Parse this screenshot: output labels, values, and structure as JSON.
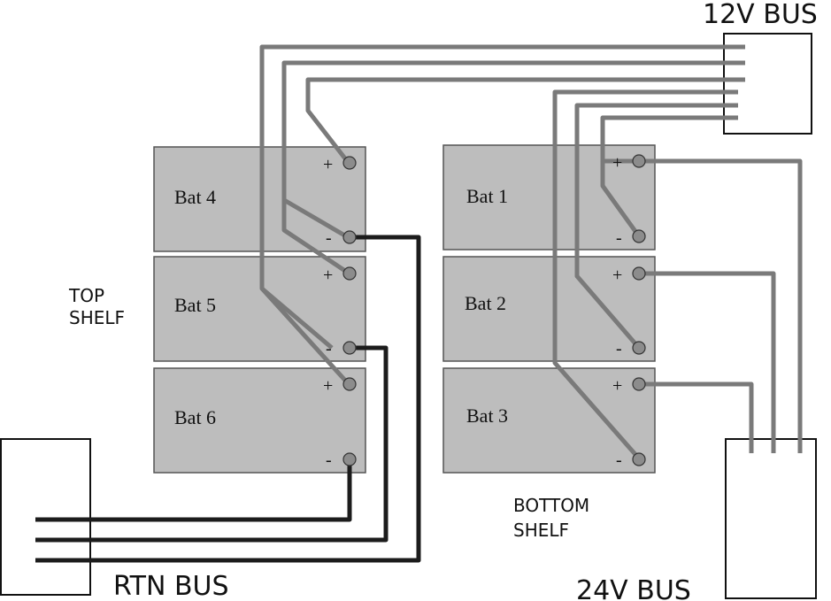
{
  "buses": {
    "bus_12v": "12V BUS",
    "bus_24v": "24V BUS",
    "bus_rtn": "RTN BUS"
  },
  "shelves": {
    "top": [
      "TOP",
      "SHELF"
    ],
    "bottom": [
      "BOTTOM",
      "SHELF"
    ]
  },
  "batteries": {
    "bat1": "Bat 1",
    "bat2": "Bat 2",
    "bat3": "Bat 3",
    "bat4": "Bat 4",
    "bat5": "Bat 5",
    "bat6": "Bat 6"
  },
  "terminal_signs": {
    "positive": "+",
    "negative": "-"
  },
  "colors": {
    "battery_fill": "#bdbdbd",
    "battery_stroke": "#555555",
    "wire_gray": "#7a7a7a",
    "wire_black": "#1c1c1c",
    "terminal": "#8c8c8c"
  }
}
